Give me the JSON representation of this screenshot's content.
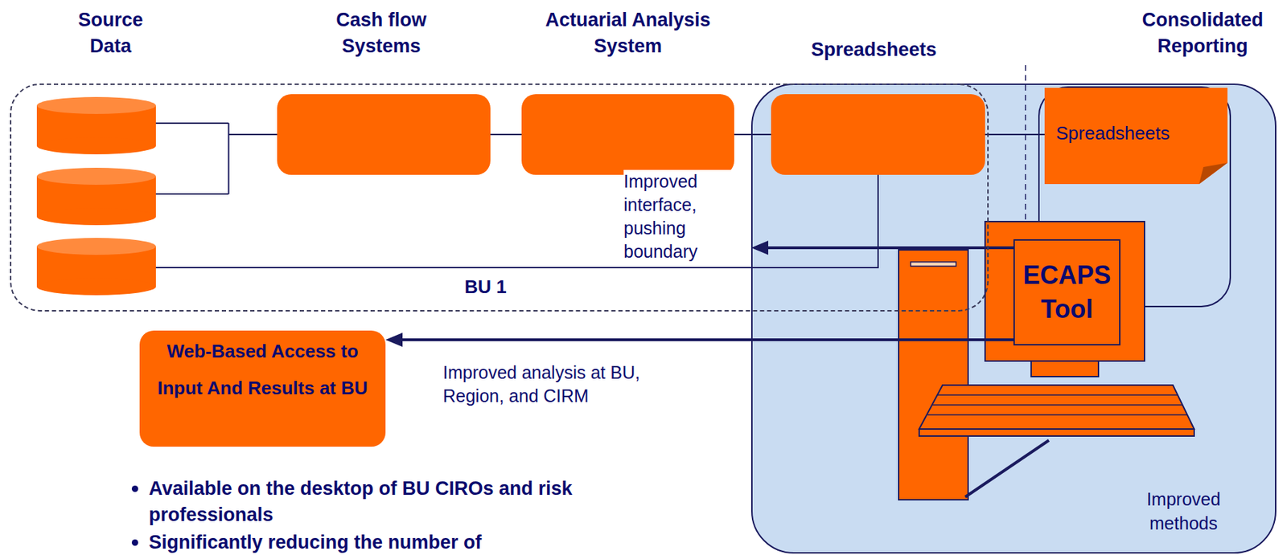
{
  "diagram": {
    "nodes": [
      {
        "text": [
          "BU 1"
        ]
      },
      {
        "text": [
          "Source Data"
        ],
        "in": 0
      },
      {
        "text": [
          "Cash flow Systems"
        ],
        "in": 0
      },
      {
        "text": [
          "Actuarial Analysis System"
        ],
        "in": 0
      },
      {
        "text": [
          "Spreadsheets"
        ],
        "in": 0
      },
      {
        "text": [
          "Improved methods"
        ]
      },
      {
        "text": [
          "Consolidated Reporting"
        ],
        "in": 5
      },
      {
        "text": [
          "Spreadsheets"
        ],
        "in": 6
      },
      {
        "text": [
          "ECAPS Tool"
        ],
        "in": 5
      },
      {
        "text": [
          "Web-Based Access to Input And Results at BU"
        ]
      }
    ],
    "edges": [
      {
        "from": 1,
        "to": 2,
        "arrow": "none"
      },
      {
        "from": 2,
        "to": 3,
        "arrow": "none"
      },
      {
        "from": 3,
        "to": 4,
        "arrow": "none"
      },
      {
        "from": 4,
        "to": 7,
        "arrow": "none"
      },
      {
        "from": 1,
        "to": 4,
        "arrow": "none"
      },
      {
        "from": 8,
        "to": 5,
        "arrow": "to",
        "label": "Improved interface, pushing boundary"
      },
      {
        "from": 8,
        "to": 9,
        "arrow": "to",
        "label": "Improved analysis at BU, Region, and CIRM"
      }
    ],
    "labels": [
      "Available on the desktop of BU CIROs and risk professionals",
      "Significantly reducing the number of"
    ]
  }
}
